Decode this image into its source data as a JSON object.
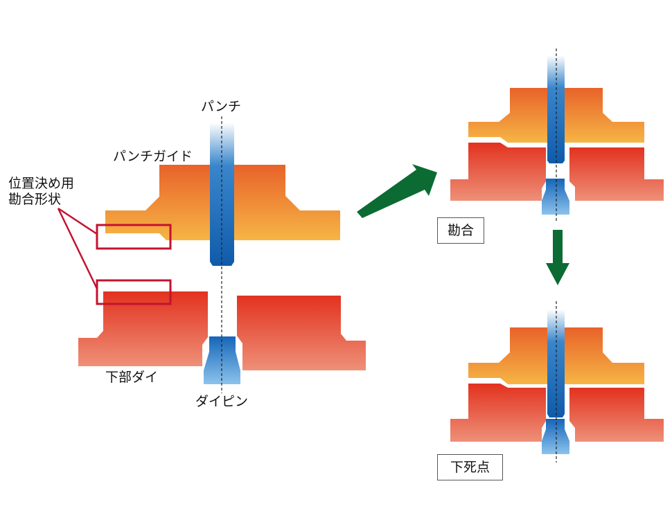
{
  "labels": {
    "punch": "パンチ",
    "punch_guide": "パンチガイド",
    "positioning_line1": "位置決め用",
    "positioning_line2": "勘合形状",
    "lower_die": "下部ダイ",
    "die_pin": "ダイピン"
  },
  "steps": {
    "engage": "勘合",
    "bottom_dead_center": "下死点"
  },
  "colors": {
    "guide_top": "#E8622A",
    "guide_bottom": "#F6B545",
    "die_top": "#E2321F",
    "die_bottom": "#EE9078",
    "punch_dark": "#0F5BAA",
    "pin_dark": "#1565B8",
    "pin_light": "#8CC3EC",
    "arrow": "#0B6B33",
    "callout": "#C4122F"
  }
}
